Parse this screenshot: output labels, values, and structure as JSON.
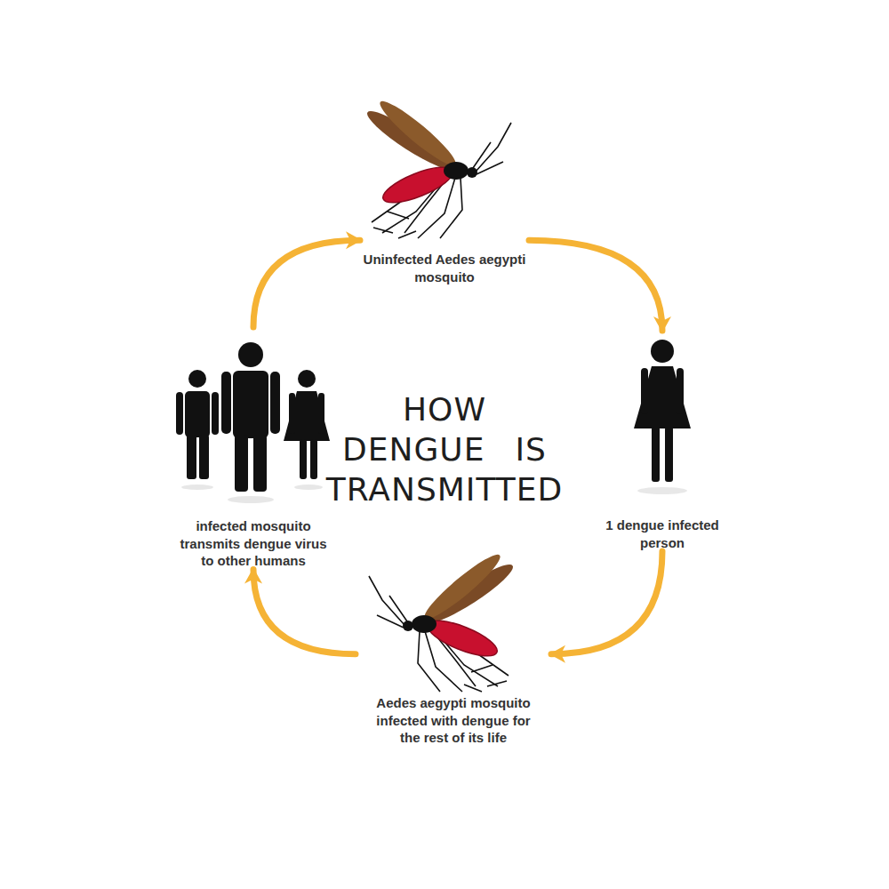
{
  "diagram": {
    "title": "HOW DENGUE IS TRANSMITTED",
    "nodes": [
      {
        "text": [
          "Uninfected Aedes aegypti mosquito"
        ]
      },
      {
        "text": [
          "1 dengue infected person"
        ]
      },
      {
        "text": [
          "Aedes aegypti mosquito infected with dengue for the rest of its life"
        ]
      },
      {
        "text": [
          "infected mosquito transmits dengue virus to other humans"
        ]
      }
    ],
    "edges": [
      {
        "from": 0,
        "to": 1,
        "arrow": "to"
      },
      {
        "from": 1,
        "to": 2,
        "arrow": "to"
      },
      {
        "from": 2,
        "to": 3,
        "arrow": "to"
      },
      {
        "from": 3,
        "to": 0,
        "arrow": "to"
      }
    ]
  }
}
